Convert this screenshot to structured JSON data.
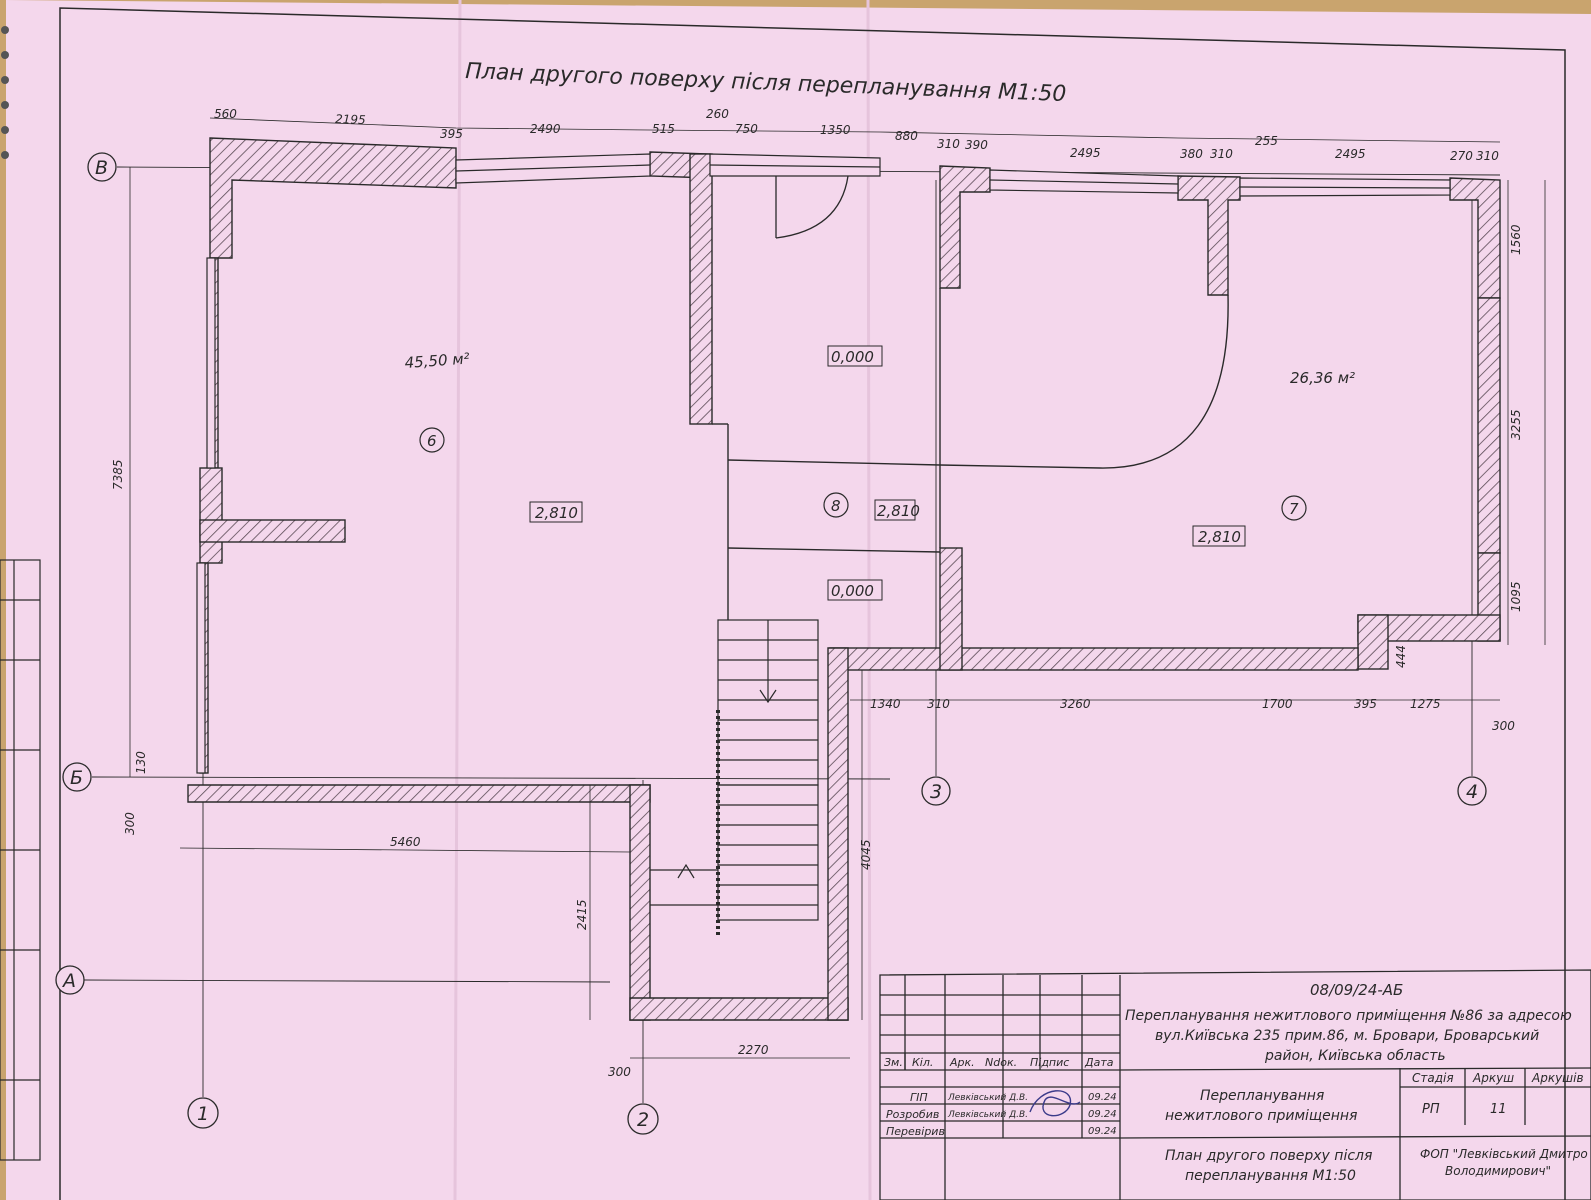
{
  "title": "План другого поверху після перепланування М1:50",
  "dims_top": [
    "560",
    "2195",
    "395",
    "2490",
    "515",
    "260",
    "750",
    "1350",
    "880",
    "310",
    "390",
    "2495",
    "380",
    "310",
    "255",
    "2495",
    "270",
    "310"
  ],
  "dims_right": [
    "1560",
    "3255",
    "1095"
  ],
  "dims_bottom_right": [
    "1340",
    "310",
    "3260",
    "1700",
    "395",
    "1275",
    "300"
  ],
  "dims_left": [
    "7385",
    "130",
    "300"
  ],
  "dim_444": "444",
  "dims_lower": [
    "5460",
    "2415",
    "4045",
    "2270",
    "300"
  ],
  "areas": {
    "room6": "45,50 м²",
    "room7": "26,36 м²"
  },
  "room_numbers": [
    "6",
    "8",
    "7"
  ],
  "levels": {
    "r6": "2,810",
    "r8": "2,810",
    "r7": "2,810",
    "corr_top": "0,000",
    "corr_bottom": "0,000"
  },
  "axes": {
    "rows": [
      "В",
      "Б",
      "А"
    ],
    "cols": [
      "1",
      "2",
      "3",
      "4"
    ]
  },
  "title_block": {
    "code": "08/09/24-АБ",
    "project_line1": "Перепланування нежитлового приміщення №86 за адресою",
    "project_line2": "вул.Київська 235 прим.86, м. Бровари, Броварський",
    "project_line3": "район, Київська область",
    "headers": [
      "Зм.",
      "Кіл.",
      "Арк.",
      "Ndок.",
      "Підпис",
      "Дата"
    ],
    "roles": [
      "ГІП",
      "Розробив",
      "Перевірив"
    ],
    "names": [
      "Левківський Д.В.",
      "Левківський Д.В."
    ],
    "dates": [
      "09.24",
      "09.24",
      "09.24"
    ],
    "stage_labels": [
      "Стадія",
      "Аркуш",
      "Аркушів"
    ],
    "stage": "РП",
    "sheet_no": "11",
    "object_name_1": "Перепланування",
    "object_name_2": "нежитлового приміщення",
    "drawing_title_1": "План другого поверху після",
    "drawing_title_2": "перепланування М1:50",
    "org_1": "ФОП \"Левківський Дмитро",
    "org_2": "Володимирович\""
  },
  "colors": {
    "paper": "#f4d7ec",
    "line": "#2a2a2a",
    "hatch": "#5a4a55",
    "background": "#c9a46e"
  }
}
